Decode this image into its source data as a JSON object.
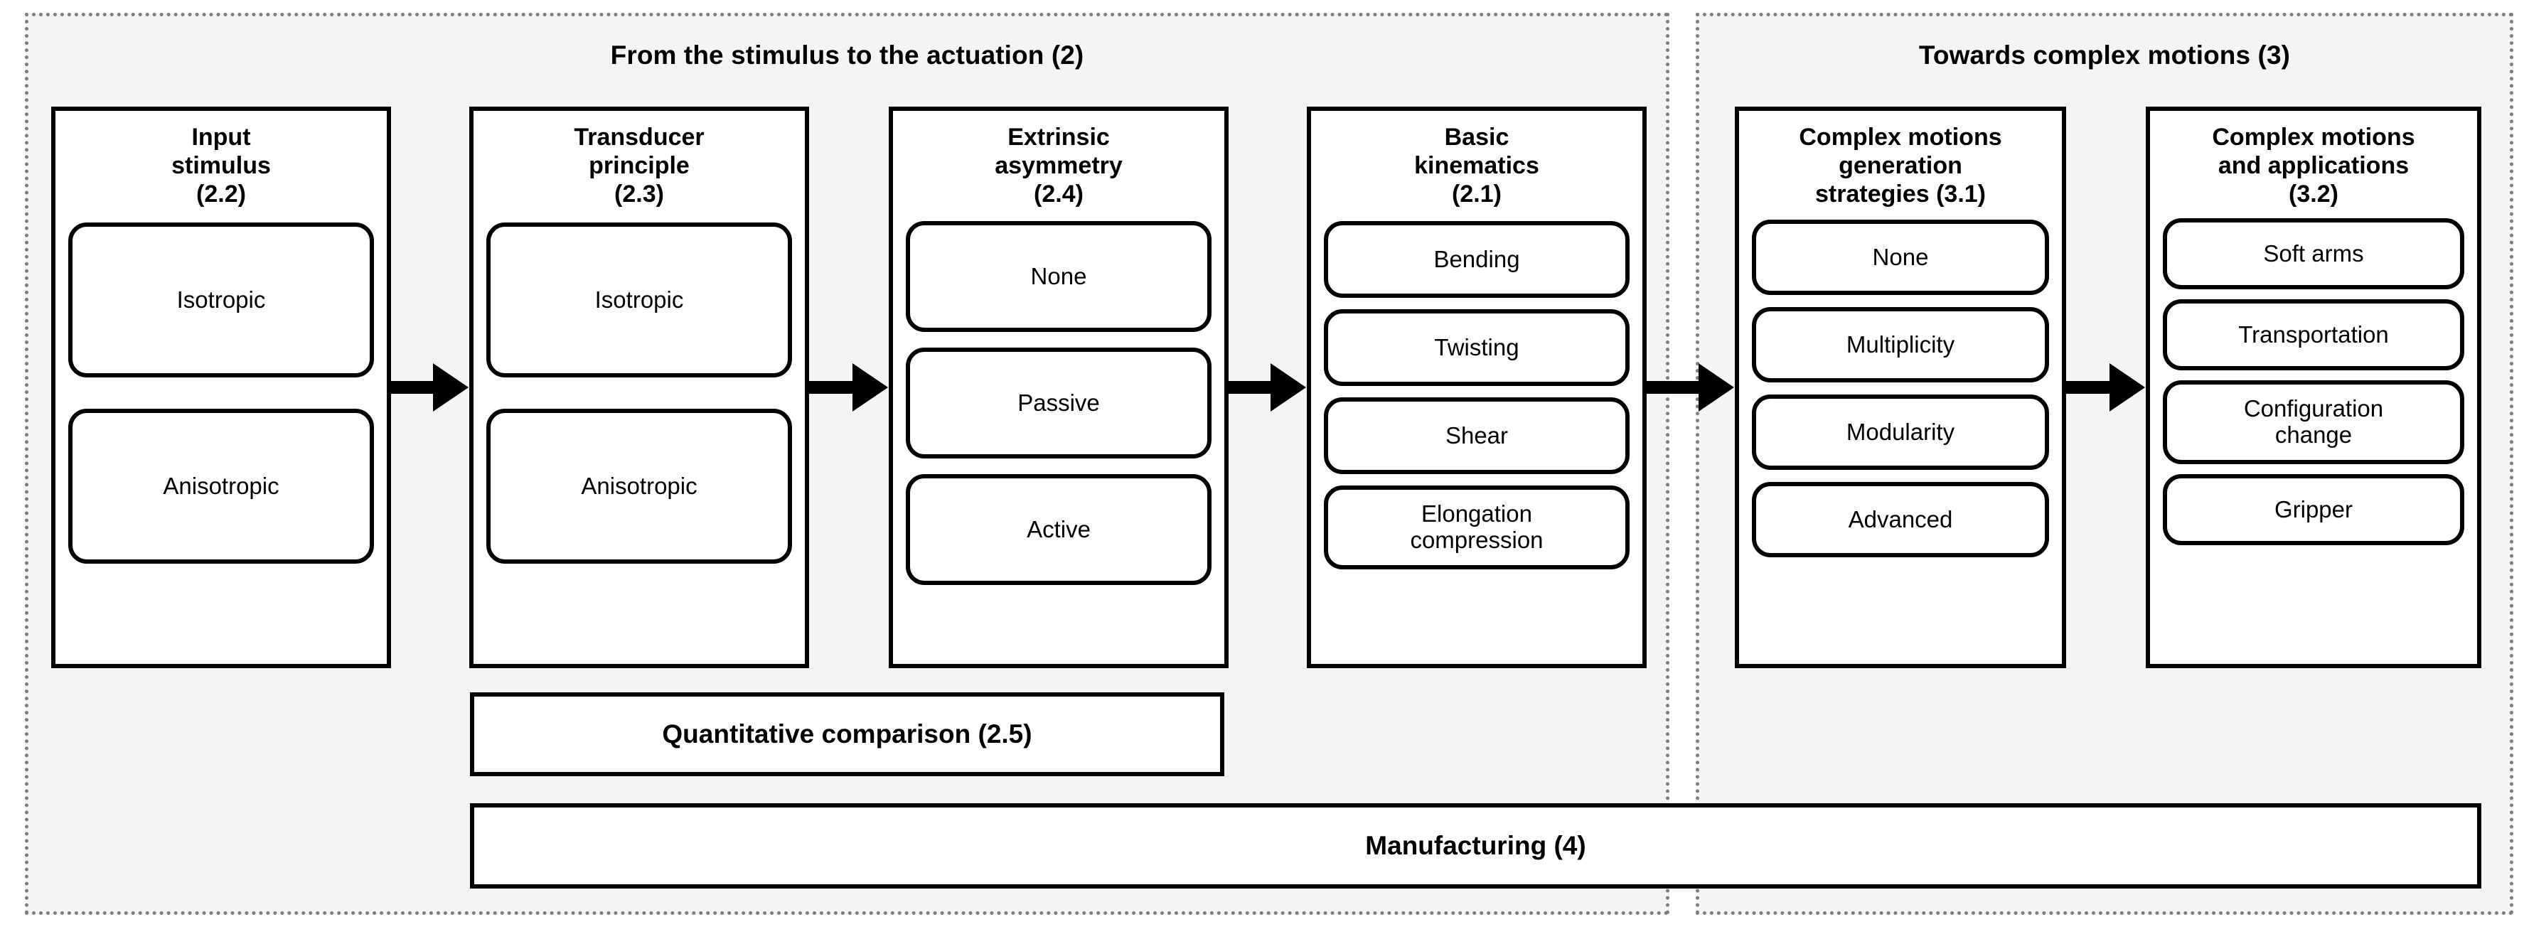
{
  "sections": [
    {
      "id": "stimulus",
      "title": "From the stimulus to the actuation (2)"
    },
    {
      "id": "complex",
      "title": "Towards complex motions (3)"
    }
  ],
  "columns": [
    {
      "id": "input-stimulus",
      "title": "Input\nstimulus\n(2.2)",
      "items": [
        "Isotropic",
        "Anisotropic"
      ]
    },
    {
      "id": "transducer-principle",
      "title": "Transducer\nprinciple\n(2.3)",
      "items": [
        "Isotropic",
        "Anisotropic"
      ]
    },
    {
      "id": "extrinsic-asymmetry",
      "title": "Extrinsic\nasymmetry\n(2.4)",
      "items": [
        "None",
        "Passive",
        "Active"
      ]
    },
    {
      "id": "basic-kinematics",
      "title": "Basic\nkinematics\n(2.1)",
      "items": [
        "Bending",
        "Twisting",
        "Shear",
        "Elongation\ncompression"
      ]
    },
    {
      "id": "complex-motions-generation-strategies",
      "title": "Complex motions\ngeneration\nstrategies (3.1)",
      "items": [
        "None",
        "Multiplicity",
        "Modularity",
        "Advanced"
      ]
    },
    {
      "id": "complex-motions-and-applications",
      "title": "Complex motions\nand applications\n(3.2)",
      "items": [
        "Soft arms",
        "Transportation",
        "Configuration\nchange",
        "Gripper"
      ]
    }
  ],
  "bars": [
    {
      "id": "quantitative-comparison",
      "label": "Quantitative comparison (2.5)"
    },
    {
      "id": "manufacturing",
      "label": "Manufacturing (4)"
    }
  ],
  "arrows": [
    {
      "id": "arrow-input-to-transducer",
      "from": "input-stimulus",
      "to": "transducer-principle"
    },
    {
      "id": "arrow-transducer-to-extrinsic",
      "from": "transducer-principle",
      "to": "extrinsic-asymmetry"
    },
    {
      "id": "arrow-extrinsic-to-kinematics",
      "from": "extrinsic-asymmetry",
      "to": "basic-kinematics"
    },
    {
      "id": "arrow-kinematics-to-strategies",
      "from": "basic-kinematics",
      "to": "complex-motions-generation-strategies"
    },
    {
      "id": "arrow-strategies-to-applications",
      "from": "complex-motions-generation-strategies",
      "to": "complex-motions-and-applications"
    }
  ],
  "colors": {
    "section_background": "#f4f4f4",
    "section_border": "#7d7d7d",
    "box_border": "#000000",
    "box_fill": "#ffffff",
    "page_background": "#ffffff",
    "text": "#000000"
  }
}
